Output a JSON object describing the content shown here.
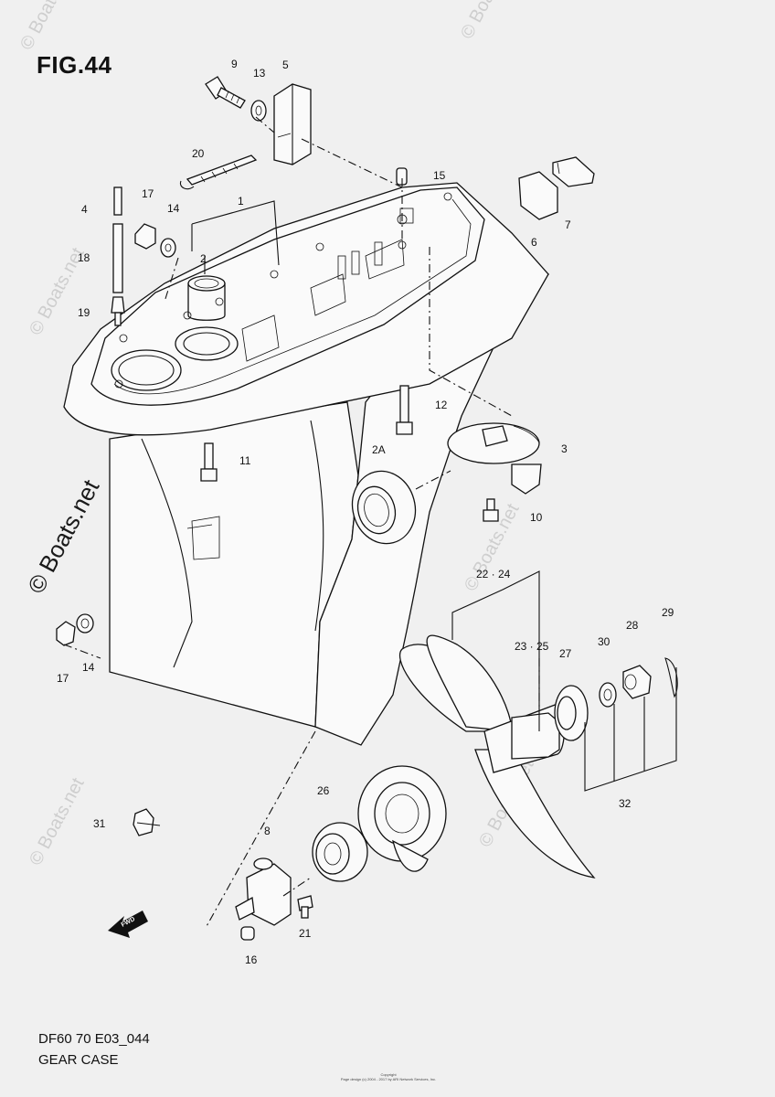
{
  "figure": {
    "title": "FIG.44",
    "code": "DF60 70 E03_044",
    "name": "GEAR CASE",
    "copyright": "Copyright\nPage design (c) 2004 - 2017 by ARI Network Services, Inc."
  },
  "watermark": {
    "main": "© Boats.net",
    "faint": "© Boats.net"
  },
  "callouts": {
    "c1": "1",
    "c2": "2",
    "c2a": "2A",
    "c3": "3",
    "c4": "4",
    "c5": "5",
    "c6": "6",
    "c7": "7",
    "c8": "8",
    "c9": "9",
    "c10": "10",
    "c11": "11",
    "c12": "12",
    "c13": "13",
    "c14a": "14",
    "c14b": "14",
    "c15": "15",
    "c16": "16",
    "c17a": "17",
    "c17b": "17",
    "c18": "18",
    "c19": "19",
    "c20": "20",
    "c21": "21",
    "c2224": "22 · 24",
    "c2325": "23 · 25",
    "c26": "26",
    "c27": "27",
    "c28": "28",
    "c29": "29",
    "c30": "30",
    "c31": "31",
    "c32": "32"
  },
  "fwd_label": "FWD"
}
